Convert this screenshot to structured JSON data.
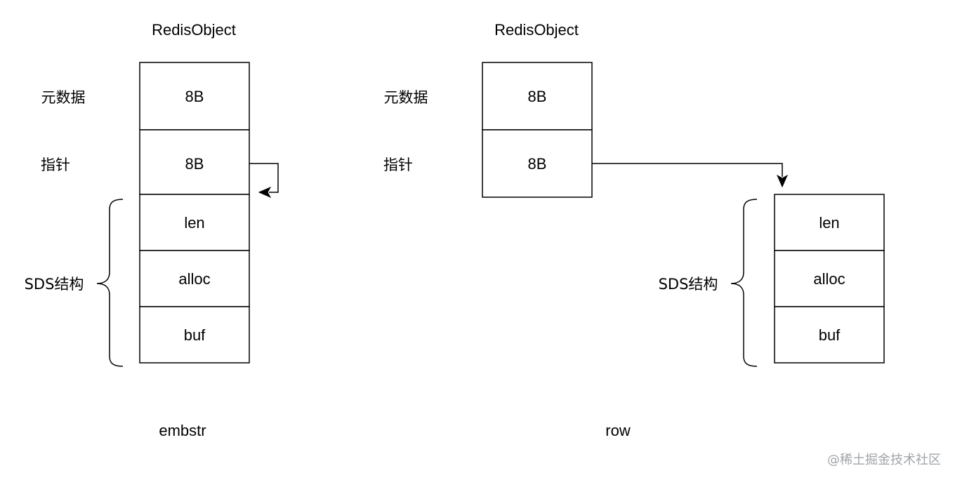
{
  "left": {
    "title": "RedisObject",
    "label_metadata": "元数据",
    "label_pointer": "指针",
    "label_sds": "SDS结构",
    "cells": [
      "8B",
      "8B",
      "len",
      "alloc",
      "buf"
    ],
    "caption": "embstr"
  },
  "right": {
    "title": "RedisObject",
    "label_metadata": "元数据",
    "label_pointer": "指针",
    "label_sds": "SDS结构",
    "object_cells": [
      "8B",
      "8B"
    ],
    "sds_cells": [
      "len",
      "alloc",
      "buf"
    ],
    "caption": "row"
  },
  "watermark": "@稀土掘金技术社区"
}
